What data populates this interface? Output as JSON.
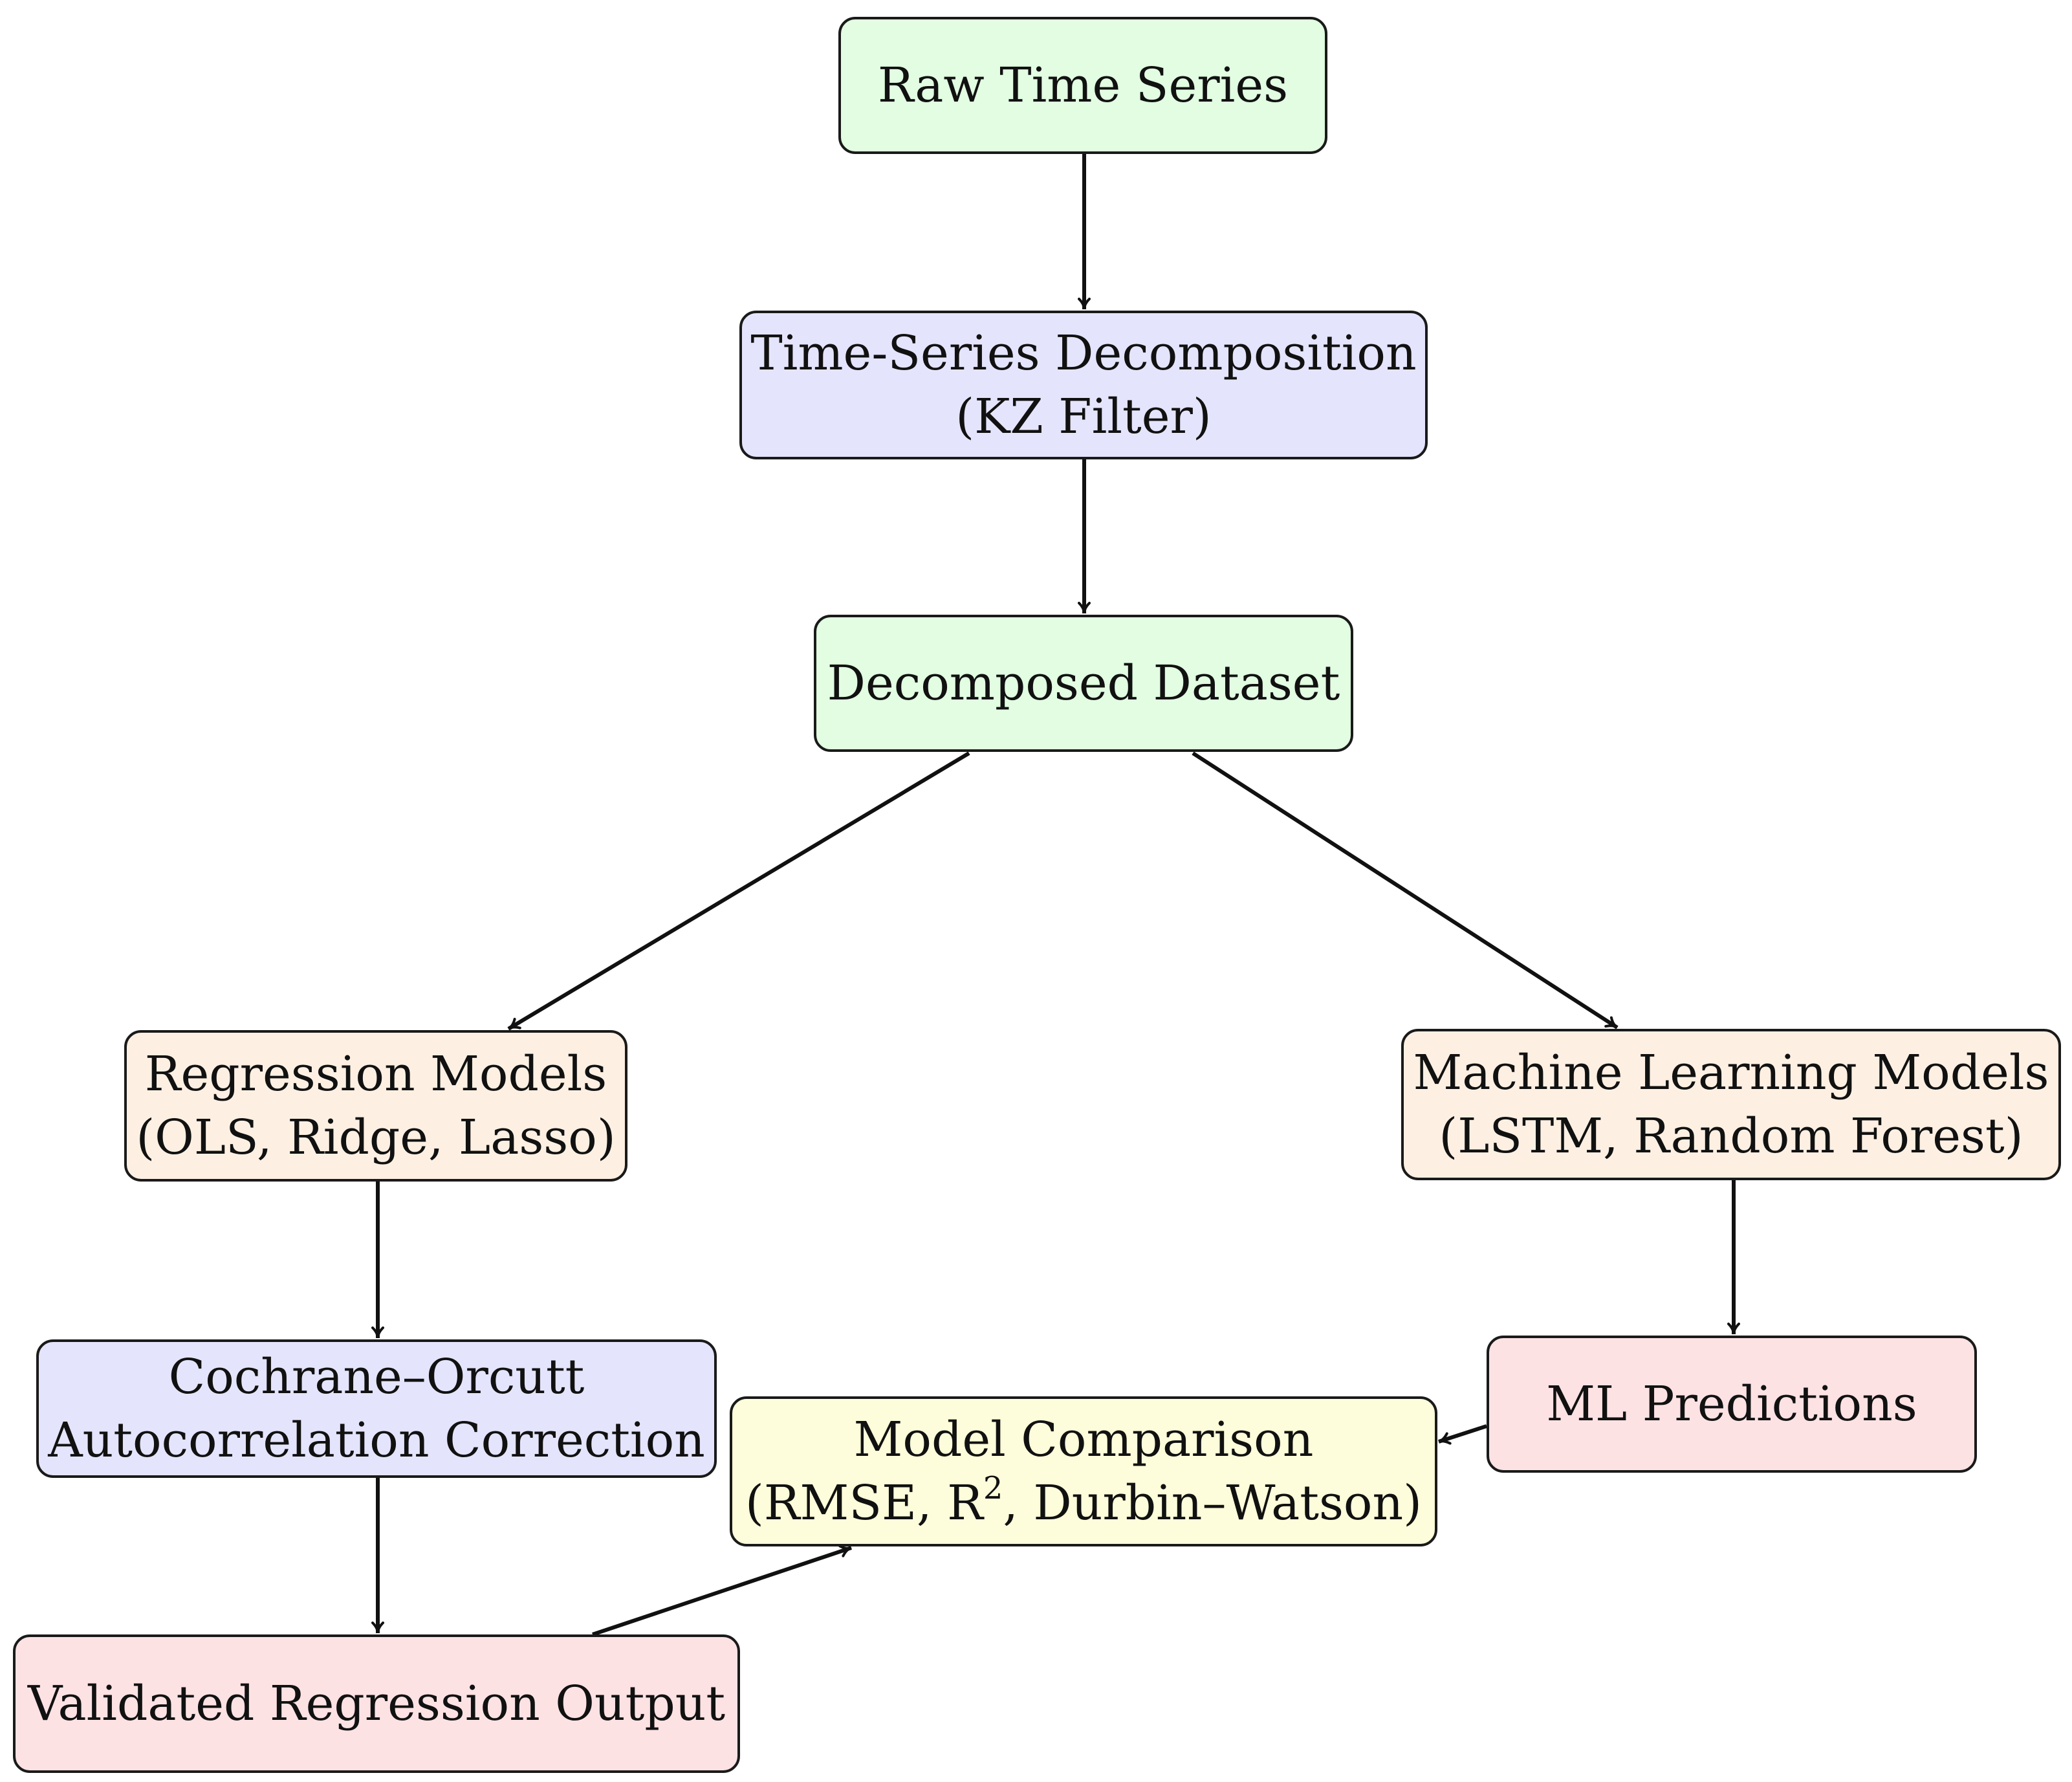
{
  "colors": {
    "data": "#e2fde2",
    "process": "#e4e4fc",
    "model": "#fdf0e3",
    "output": "#fde2e4",
    "compare": "#fefddb",
    "border": "#1a1a1a",
    "arrow": "#111111"
  },
  "nodes": {
    "raw": {
      "line1": "Raw Time Series"
    },
    "decomp": {
      "line1": "Time-Series Decomposition",
      "line2": "(KZ Filter)"
    },
    "dataset": {
      "line1": "Decomposed Dataset"
    },
    "regression": {
      "line1": "Regression Models",
      "line2": "(OLS, Ridge, Lasso)"
    },
    "ml": {
      "line1": "Machine Learning Models",
      "line2": "(LSTM, Random Forest)"
    },
    "cochrane": {
      "line1": "Cochrane–Orcutt",
      "line2": "Autocorrelation Correction"
    },
    "compare": {
      "line1": "Model Comparison",
      "line2_a": "(RMSE, R",
      "line2_sup": "2",
      "line2_b": ", Durbin–Watson)"
    },
    "mlpred": {
      "line1": "ML Predictions"
    },
    "validated": {
      "line1": "Validated Regression Output"
    }
  },
  "edges": [
    {
      "from": "raw",
      "to": "decomp"
    },
    {
      "from": "decomp",
      "to": "dataset"
    },
    {
      "from": "dataset",
      "to": "regression"
    },
    {
      "from": "dataset",
      "to": "ml"
    },
    {
      "from": "regression",
      "to": "cochrane"
    },
    {
      "from": "ml",
      "to": "mlpred"
    },
    {
      "from": "cochrane",
      "to": "validated"
    },
    {
      "from": "validated",
      "to": "compare"
    },
    {
      "from": "mlpred",
      "to": "compare"
    }
  ]
}
